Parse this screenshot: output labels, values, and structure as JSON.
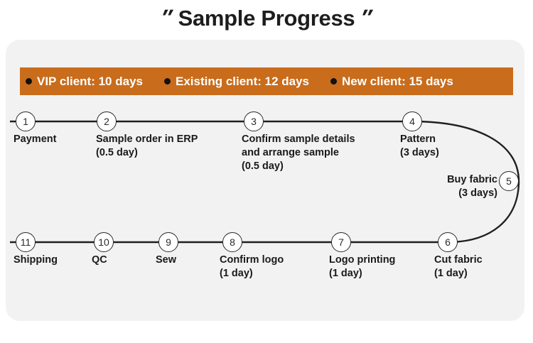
{
  "title": {
    "text": "Sample Progress",
    "quote_left": "″",
    "quote_right": "″"
  },
  "legend": {
    "background_color": "#c96c1b",
    "text_color": "#ffffff",
    "bullet_color": "#111111",
    "items": [
      {
        "label": "VIP client: 10 days"
      },
      {
        "label": "Existing client: 12 days"
      },
      {
        "label": "New client: 15 days"
      }
    ]
  },
  "panel": {
    "background_color": "#f2f2f2"
  },
  "flow": {
    "nodes": [
      {
        "number": "1",
        "label": "Payment"
      },
      {
        "number": "2",
        "label": "Sample order in ERP\n(0.5 day)"
      },
      {
        "number": "3",
        "label": "Confirm sample details\nand arrange sample\n(0.5 day)"
      },
      {
        "number": "4",
        "label": "Pattern\n(3 days)"
      },
      {
        "number": "5",
        "label": "Buy fabric\n(3 days)"
      },
      {
        "number": "6",
        "label": "Cut fabric\n(1 day)"
      },
      {
        "number": "7",
        "label": "Logo printing\n(1 day)"
      },
      {
        "number": "8",
        "label": "Confirm logo\n(1 day)"
      },
      {
        "number": "9",
        "label": "Sew"
      },
      {
        "number": "10",
        "label": "QC"
      },
      {
        "number": "11",
        "label": "Shipping"
      }
    ]
  }
}
